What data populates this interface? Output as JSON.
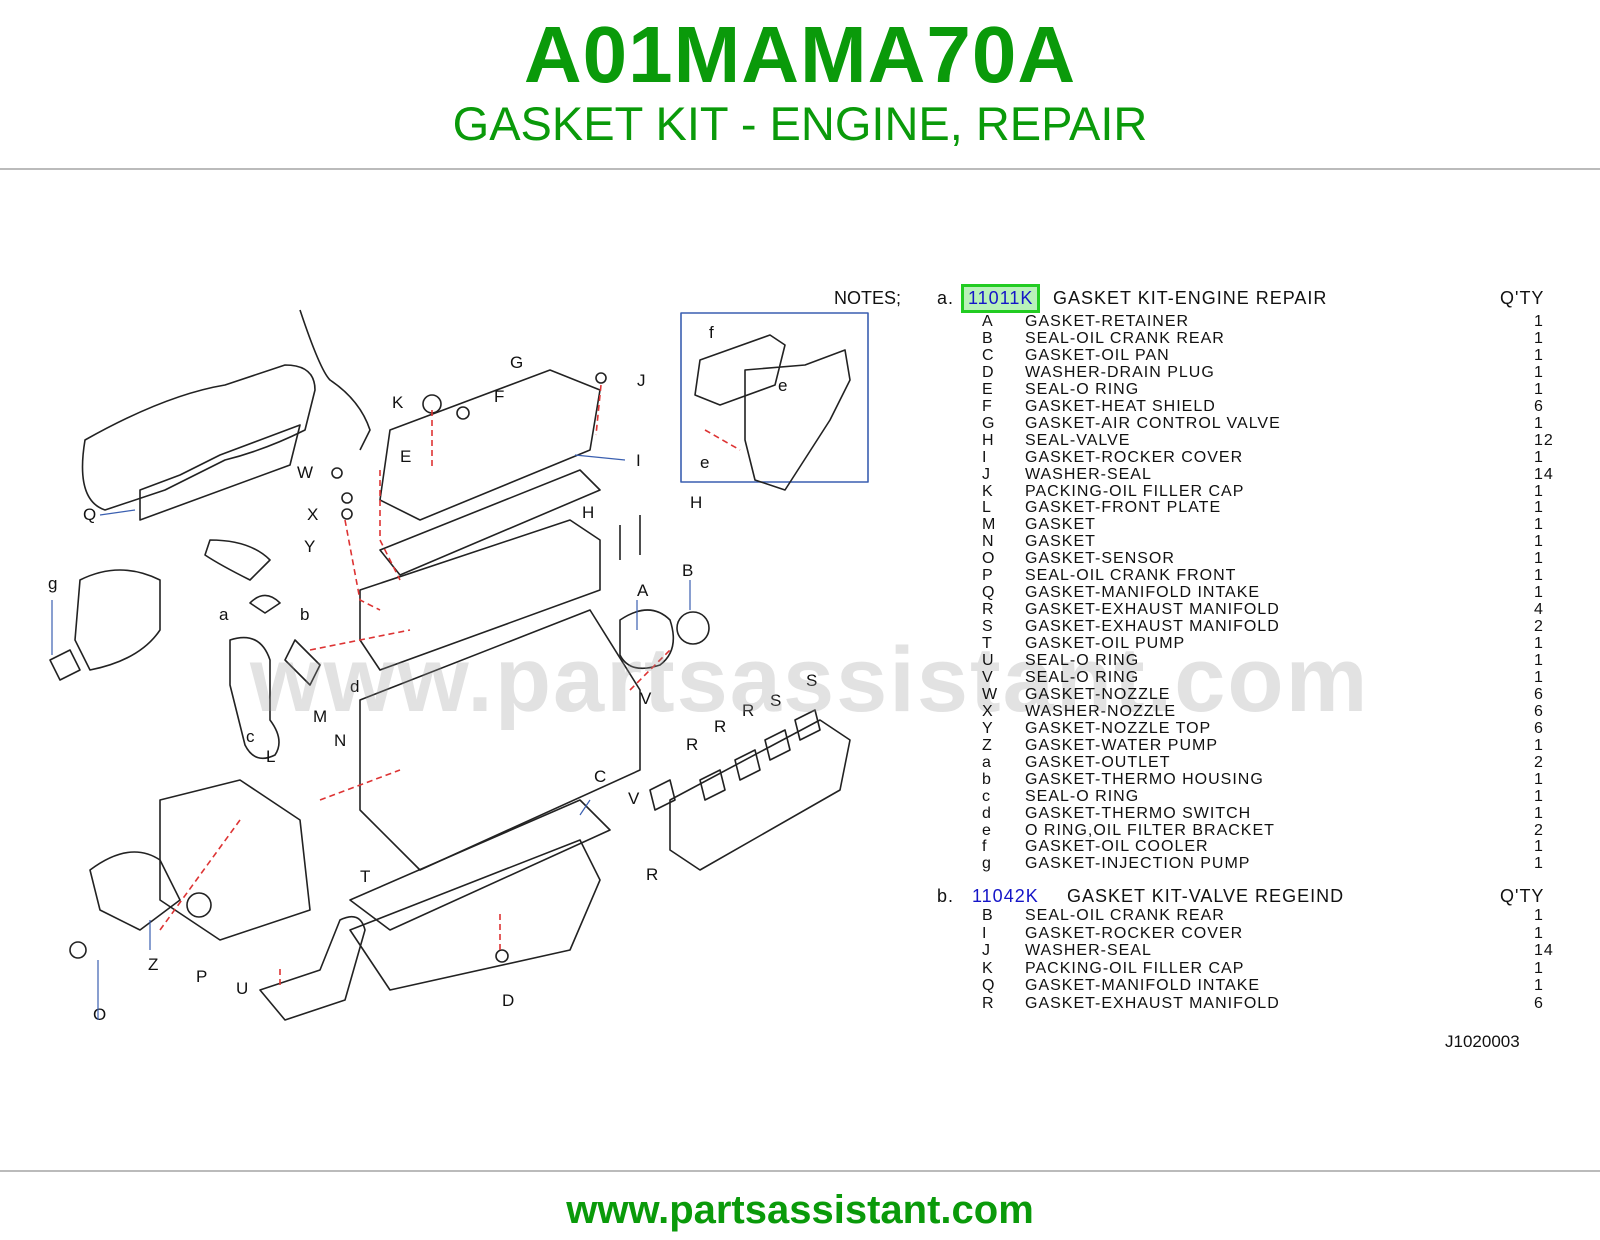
{
  "header": {
    "title": "A01MAMA70A",
    "subtitle": "GASKET KIT - ENGINE, REPAIR"
  },
  "watermark": "www.partsassistant.com",
  "footer": {
    "url": "www.partsassistant.com"
  },
  "notes_label": "NOTES;",
  "colors": {
    "brand_green": "#0a9a0a",
    "link_blue": "#1515c8",
    "highlight_border": "#22cc22",
    "highlight_fill": "#b9f1b9"
  },
  "diagram": {
    "callouts": [
      "Q",
      "W",
      "X",
      "Y",
      "K",
      "F",
      "G",
      "J",
      "E",
      "I",
      "H",
      "H",
      "f",
      "e",
      "e",
      "g",
      "a",
      "b",
      "c",
      "d",
      "M",
      "N",
      "L",
      "A",
      "B",
      "V",
      "V",
      "R",
      "R",
      "R",
      "R",
      "S",
      "S",
      "C",
      "T",
      "Z",
      "P",
      "O",
      "U",
      "D"
    ]
  },
  "section_a": {
    "letter": "a.",
    "kit_number": "11011K",
    "kit_desc": "GASKET   KIT-ENGINE   REPAIR",
    "qty_label": "Q'TY",
    "items": [
      {
        "code": "A",
        "desc": "GASKET-RETAINER",
        "qty": "1"
      },
      {
        "code": "B",
        "desc": "SEAL-OIL   CRANK   REAR",
        "qty": "1"
      },
      {
        "code": "C",
        "desc": "GASKET-OIL   PAN",
        "qty": "1"
      },
      {
        "code": "D",
        "desc": "WASHER-DRAIN   PLUG",
        "qty": "1"
      },
      {
        "code": "E",
        "desc": "SEAL-O   RING",
        "qty": "1"
      },
      {
        "code": "F",
        "desc": "GASKET-HEAT   SHIELD",
        "qty": "6"
      },
      {
        "code": "G",
        "desc": "GASKET-AIR   CONTROL   VALVE",
        "qty": "1"
      },
      {
        "code": "H",
        "desc": "SEAL-VALVE",
        "qty": "12"
      },
      {
        "code": "I",
        "desc": "GASKET-ROCKER   COVER",
        "qty": "1"
      },
      {
        "code": "J",
        "desc": "WASHER-SEAL",
        "qty": "14"
      },
      {
        "code": "K",
        "desc": "PACKING-OIL   FILLER   CAP",
        "qty": "1"
      },
      {
        "code": "L",
        "desc": "GASKET-FRONT   PLATE",
        "qty": "1"
      },
      {
        "code": "M",
        "desc": "GASKET",
        "qty": "1"
      },
      {
        "code": "N",
        "desc": "GASKET",
        "qty": "1"
      },
      {
        "code": "O",
        "desc": "GASKET-SENSOR",
        "qty": "1"
      },
      {
        "code": "P",
        "desc": "SEAL-OIL   CRANK   FRONT",
        "qty": "1"
      },
      {
        "code": "Q",
        "desc": "GASKET-MANIFOLD   INTAKE",
        "qty": "1"
      },
      {
        "code": "R",
        "desc": "GASKET-EXHAUST   MANIFOLD",
        "qty": "4"
      },
      {
        "code": "S",
        "desc": "GASKET-EXHAUST   MANIFOLD",
        "qty": "2"
      },
      {
        "code": "T",
        "desc": "GASKET-OIL   PUMP",
        "qty": "1"
      },
      {
        "code": "U",
        "desc": "SEAL-O   RING",
        "qty": "1"
      },
      {
        "code": "V",
        "desc": "SEAL-O   RING",
        "qty": "1"
      },
      {
        "code": "W",
        "desc": "GASKET-NOZZLE",
        "qty": "6"
      },
      {
        "code": "X",
        "desc": "WASHER-NOZZLE",
        "qty": "6"
      },
      {
        "code": "Y",
        "desc": "GASKET-NOZZLE   TOP",
        "qty": "6"
      },
      {
        "code": "Z",
        "desc": "GASKET-WATER   PUMP",
        "qty": "1"
      },
      {
        "code": "a",
        "desc": "GASKET-OUTLET",
        "qty": "2"
      },
      {
        "code": "b",
        "desc": "GASKET-THERMO   HOUSING",
        "qty": "1"
      },
      {
        "code": "c",
        "desc": "SEAL-O   RING",
        "qty": "1"
      },
      {
        "code": "d",
        "desc": "GASKET-THERMO   SWITCH",
        "qty": "1"
      },
      {
        "code": "e",
        "desc": "O   RING,OIL   FILTER   BRACKET",
        "qty": "2"
      },
      {
        "code": "f",
        "desc": "GASKET-OIL   COOLER",
        "qty": "1"
      },
      {
        "code": "g",
        "desc": "GASKET-INJECTION   PUMP",
        "qty": "1"
      }
    ]
  },
  "section_b": {
    "letter": "b.",
    "kit_number": "11042K",
    "kit_desc": "GASKET   KIT-VALVE   REGEIND",
    "qty_label": "Q'TY",
    "items": [
      {
        "code": "B",
        "desc": "SEAL-OIL   CRANK   REAR",
        "qty": "1"
      },
      {
        "code": "I",
        "desc": "GASKET-ROCKER   COVER",
        "qty": "1"
      },
      {
        "code": "J",
        "desc": "WASHER-SEAL",
        "qty": "14"
      },
      {
        "code": "K",
        "desc": "PACKING-OIL   FILLER   CAP",
        "qty": "1"
      },
      {
        "code": "Q",
        "desc": "GASKET-MANIFOLD   INTAKE",
        "qty": "1"
      },
      {
        "code": "R",
        "desc": "GASKET-EXHAUST   MANIFOLD",
        "qty": "6"
      }
    ]
  },
  "reference": "J1020003"
}
